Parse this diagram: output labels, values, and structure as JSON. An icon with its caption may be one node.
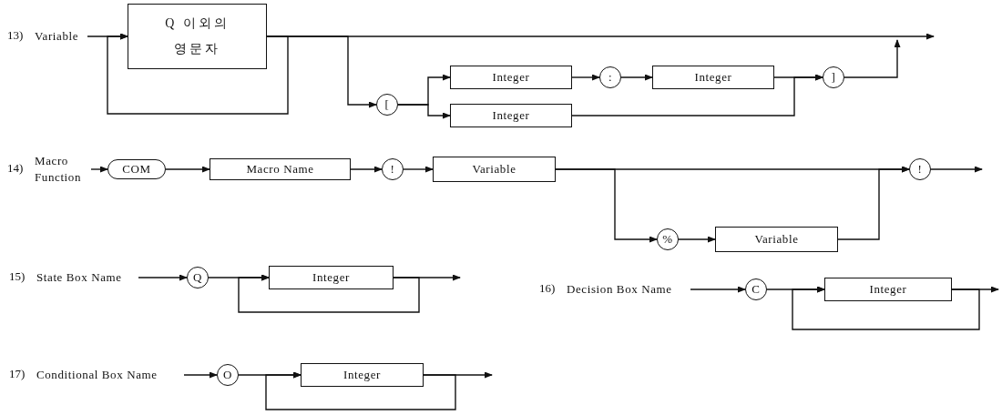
{
  "diagram": {
    "nodes": [
      {
        "text": [
          "Variable"
        ],
        "beside": [
          "13)"
        ]
      },
      {
        "text": [
          "Q 이외의 영문자"
        ]
      },
      {
        "text": [
          "["
        ]
      },
      {
        "text": [
          "Integer"
        ]
      },
      {
        "text": [
          ":"
        ]
      },
      {
        "text": [
          "Integer"
        ]
      },
      {
        "text": [
          "Integer"
        ]
      },
      {
        "text": [
          "]"
        ]
      },
      {
        "text": [
          "Macro Function"
        ],
        "beside": [
          "14)"
        ]
      },
      {
        "text": [
          "COM"
        ]
      },
      {
        "text": [
          "Macro Name"
        ]
      },
      {
        "text": [
          "!"
        ]
      },
      {
        "text": [
          "Variable"
        ]
      },
      {
        "text": [
          "%"
        ]
      },
      {
        "text": [
          "Variable"
        ]
      },
      {
        "text": [
          "!"
        ]
      },
      {
        "text": [
          "State Box Name"
        ],
        "beside": [
          "15)"
        ]
      },
      {
        "text": [
          "Q"
        ]
      },
      {
        "text": [
          "Integer"
        ]
      },
      {
        "text": [
          "Decision Box Name"
        ],
        "beside": [
          "16)"
        ]
      },
      {
        "text": [
          "C"
        ]
      },
      {
        "text": [
          "Integer"
        ]
      },
      {
        "text": [
          "Conditional Box Name"
        ],
        "beside": [
          "17)"
        ]
      },
      {
        "text": [
          "O"
        ]
      },
      {
        "text": [
          "Integer"
        ]
      }
    ],
    "edges": [
      {
        "from": 0,
        "to": 1,
        "arrow": "to"
      },
      {
        "from": 1,
        "to": 1,
        "arrow": "to"
      },
      {
        "from": 1,
        "to": null,
        "arrow": "to"
      },
      {
        "from": 1,
        "to": 2,
        "arrow": "to"
      },
      {
        "from": 2,
        "to": 3,
        "arrow": "to"
      },
      {
        "from": 2,
        "to": 6,
        "arrow": "to"
      },
      {
        "from": 3,
        "to": 4,
        "arrow": "to"
      },
      {
        "from": 4,
        "to": 5,
        "arrow": "to"
      },
      {
        "from": 5,
        "to": 7,
        "arrow": "to"
      },
      {
        "from": 6,
        "to": 7,
        "arrow": "to"
      },
      {
        "from": 7,
        "to": null,
        "arrow": "to"
      },
      {
        "from": 8,
        "to": 9,
        "arrow": "to"
      },
      {
        "from": 9,
        "to": 10,
        "arrow": "to"
      },
      {
        "from": 10,
        "to": 11,
        "arrow": "to"
      },
      {
        "from": 11,
        "to": 12,
        "arrow": "to"
      },
      {
        "from": 12,
        "to": 15,
        "arrow": "to"
      },
      {
        "from": 12,
        "to": 13,
        "arrow": "to"
      },
      {
        "from": 13,
        "to": 14,
        "arrow": "to"
      },
      {
        "from": 14,
        "to": 15,
        "arrow": "to"
      },
      {
        "from": 15,
        "to": null,
        "arrow": "to"
      },
      {
        "from": 16,
        "to": 17,
        "arrow": "to"
      },
      {
        "from": 17,
        "to": 18,
        "arrow": "to"
      },
      {
        "from": 18,
        "to": 18,
        "arrow": "to"
      },
      {
        "from": 18,
        "to": null,
        "arrow": "to"
      },
      {
        "from": 19,
        "to": 20,
        "arrow": "to"
      },
      {
        "from": 20,
        "to": 21,
        "arrow": "to"
      },
      {
        "from": 21,
        "to": 21,
        "arrow": "to"
      },
      {
        "from": 21,
        "to": null,
        "arrow": "to"
      },
      {
        "from": 22,
        "to": 23,
        "arrow": "to"
      },
      {
        "from": 23,
        "to": 24,
        "arrow": "to"
      },
      {
        "from": 24,
        "to": 24,
        "arrow": "to"
      },
      {
        "from": 24,
        "to": null,
        "arrow": "to"
      }
    ]
  }
}
